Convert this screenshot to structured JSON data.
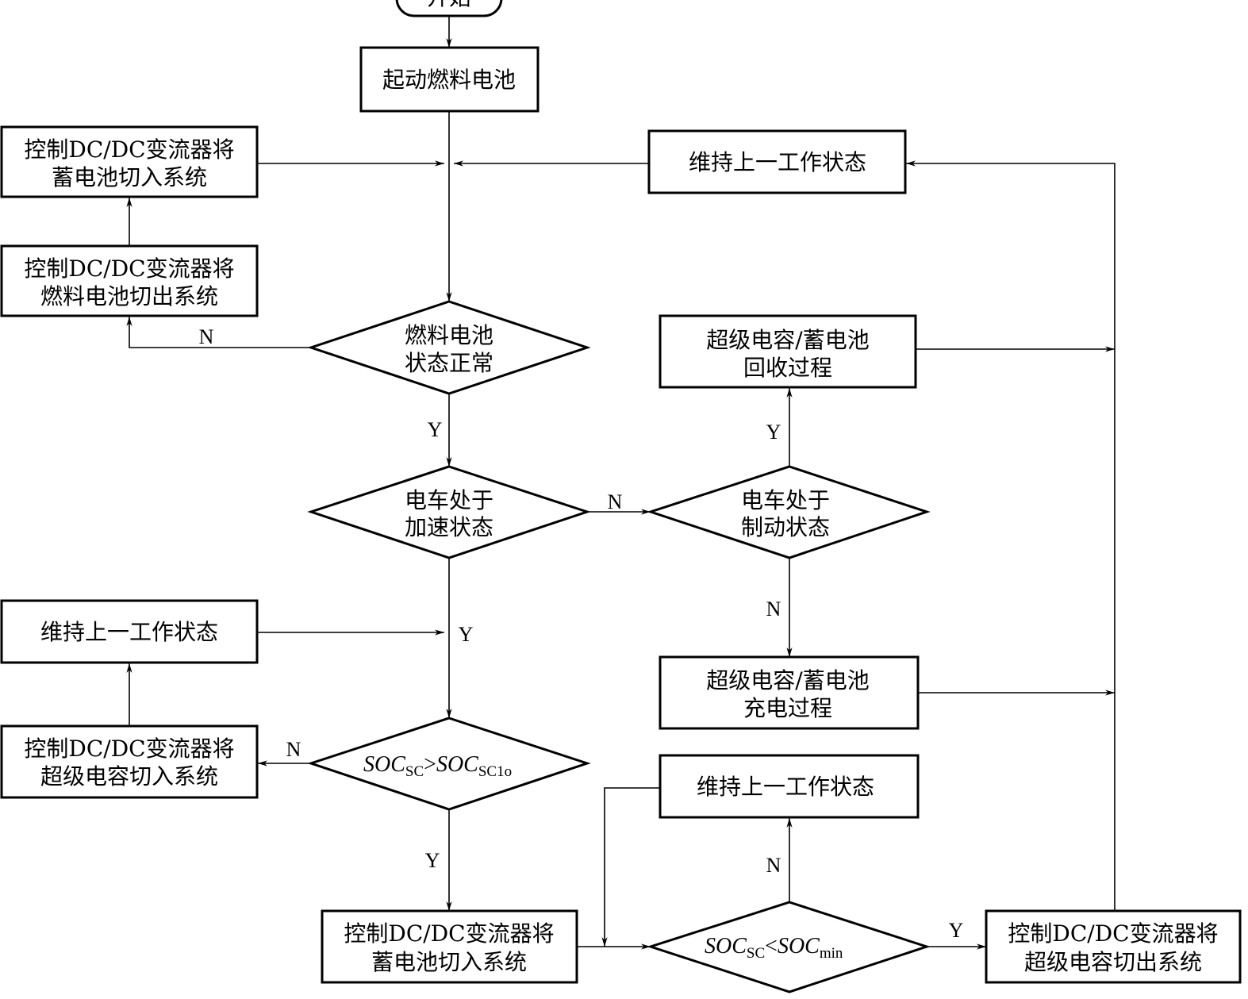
{
  "start": "开始",
  "nodes": {
    "start_fc": "起动燃料电池",
    "bat_in_top": [
      "控制DC/DC变流器将",
      "蓄电池切入系统"
    ],
    "fc_out": [
      "控制DC/DC变流器将",
      "燃料电池切出系统"
    ],
    "keep_top": "维持上一工作状态",
    "fc_ok": [
      "燃料电池",
      "状态正常"
    ],
    "accel": [
      "电车处于",
      "加速状态"
    ],
    "brake": [
      "电车处于",
      "制动状态"
    ],
    "recover": [
      "超级电容/蓄电池",
      "回收过程"
    ],
    "charge": [
      "超级电容/蓄电池",
      "充电过程"
    ],
    "keep_left": "维持上一工作状态",
    "sc_in": [
      "控制DC/DC变流器将",
      "超级电容切入系统"
    ],
    "soc_lo": {
      "a": "SOC",
      "a_sub": "SC",
      "op": ">",
      "b": "SOC",
      "b_sub": "SC1o"
    },
    "bat_in_bottom": [
      "控制DC/DC变流器将",
      "蓄电池切入系统"
    ],
    "keep_bottom": "维持上一工作状态",
    "soc_min": {
      "a": "SOC",
      "a_sub": "SC",
      "op": "<",
      "b": "SOC",
      "b_sub": "min"
    },
    "sc_out": [
      "控制DC/DC变流器将",
      "超级电容切出系统"
    ]
  },
  "edge_labels": {
    "yes": "Y",
    "no": "N"
  }
}
